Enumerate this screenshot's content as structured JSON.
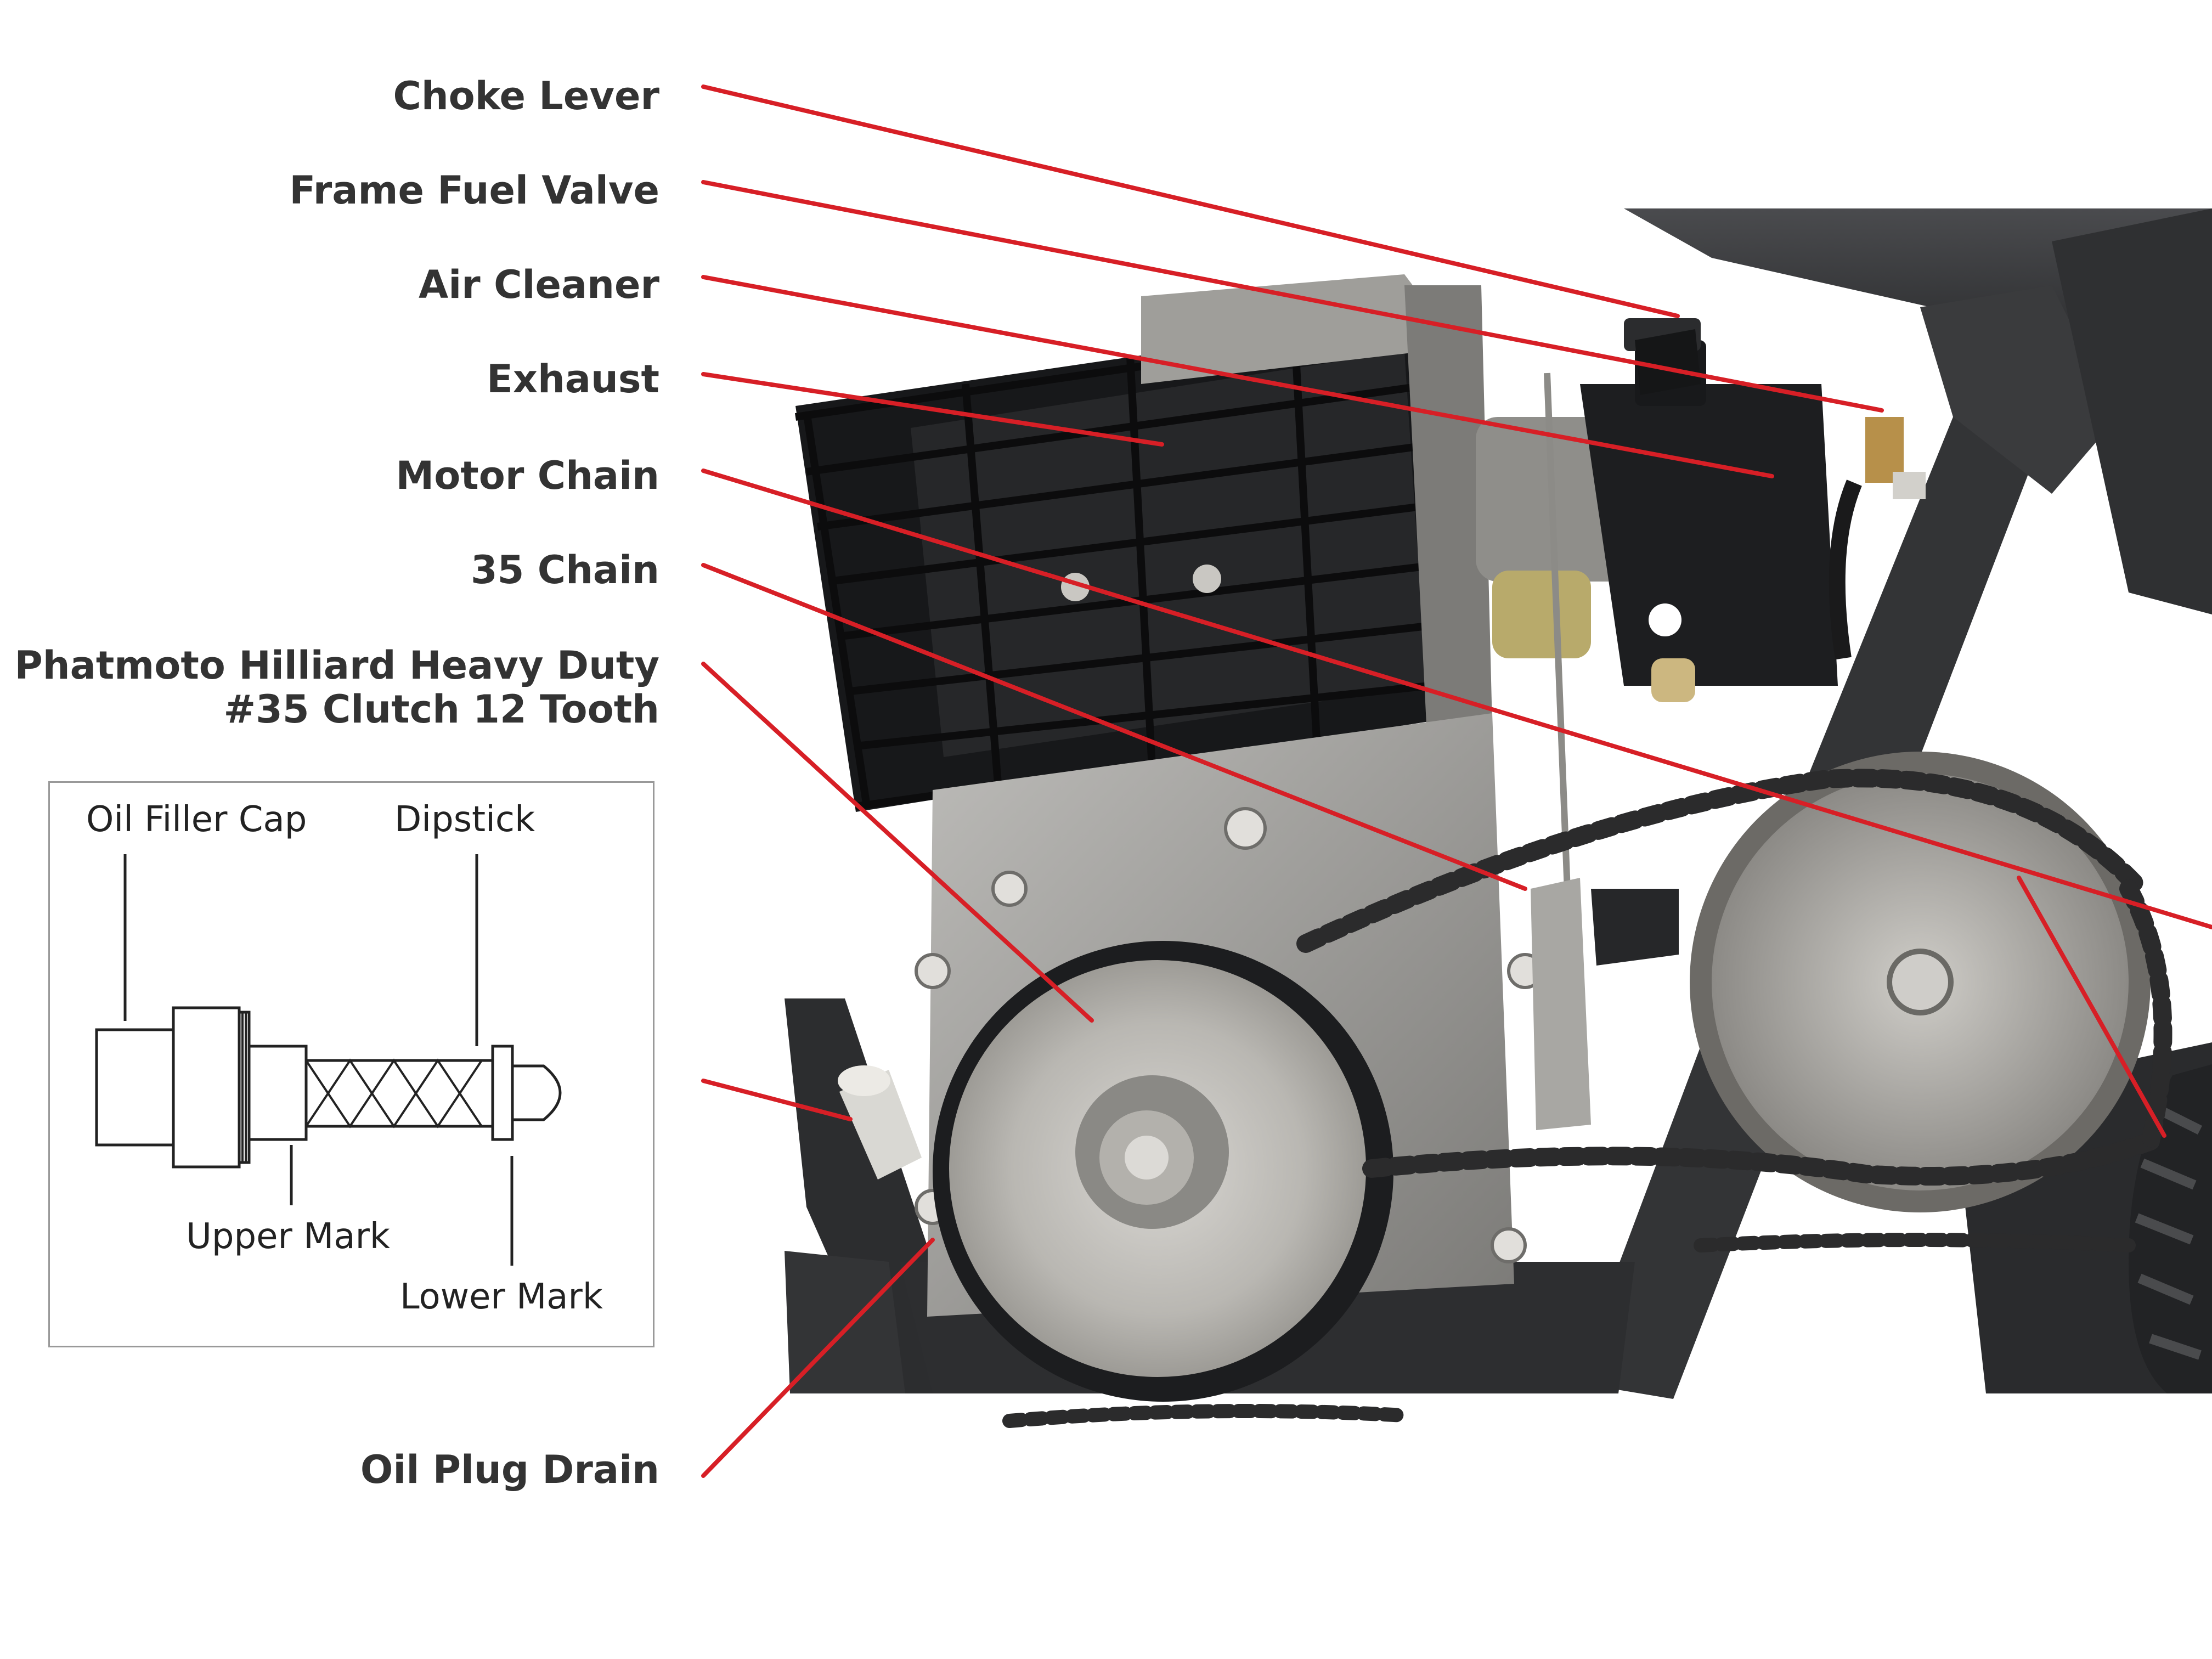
{
  "callouts": [
    {
      "key": "choke",
      "label": "Choke Lever"
    },
    {
      "key": "fuel",
      "label": "Frame Fuel Valve"
    },
    {
      "key": "air",
      "label": "Air Cleaner"
    },
    {
      "key": "exhaust",
      "label": "Exhaust"
    },
    {
      "key": "motor_chain",
      "label": "Motor Chain"
    },
    {
      "key": "chain35",
      "label": "35 Chain"
    },
    {
      "key": "clutch",
      "label_line1": "Phatmoto Hilliard Heavy Duty",
      "label_line2": "#35 Clutch 12 Tooth"
    },
    {
      "key": "drain",
      "label": "Oil Plug Drain"
    }
  ],
  "dipstick_inset": {
    "oil_filler_cap": "Oil Filler Cap",
    "dipstick": "Dipstick",
    "upper_mark": "Upper Mark",
    "lower_mark": "Lower Mark"
  },
  "colors": {
    "leader_line": "#d71f26",
    "label_text": "#333333",
    "frame": "#3a3b3d",
    "engine": "#1c1c1e",
    "metal": "#a9a8a4"
  }
}
